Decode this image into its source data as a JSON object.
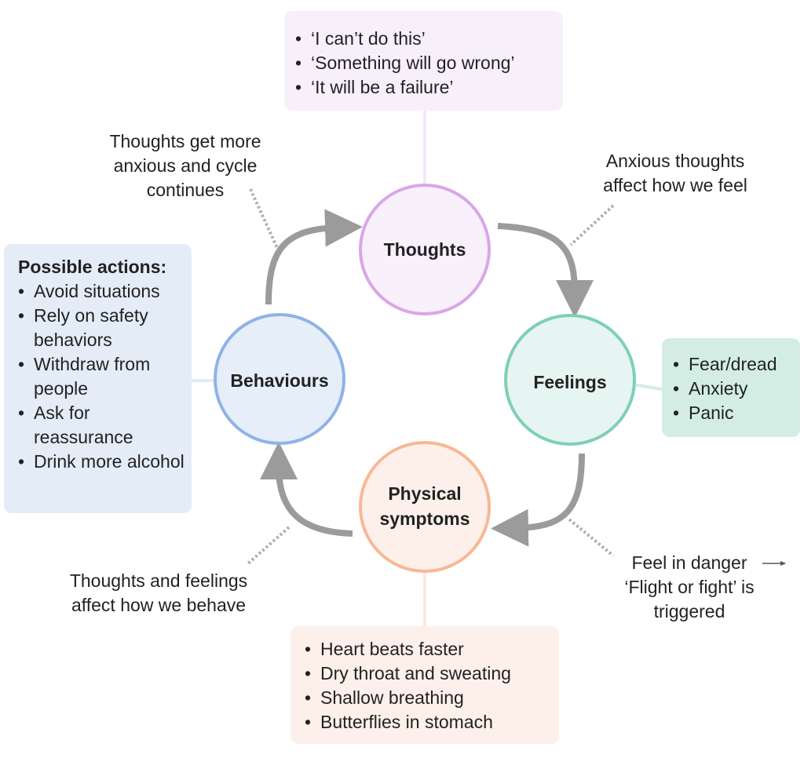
{
  "nodes": {
    "thoughts": {
      "label": "Thoughts",
      "color": "#d9a6e8",
      "fill": "#f8f0fb"
    },
    "feelings": {
      "label": "Feelings",
      "color": "#7ecfb8",
      "fill": "#e6f5f1"
    },
    "physical": {
      "label": "Physical symptoms",
      "color": "#f7b896",
      "fill": "#fdf0ea"
    },
    "behaviours": {
      "label": "Behaviours",
      "color": "#8fb3e6",
      "fill": "#e6eefa"
    }
  },
  "boxes": {
    "thoughts": {
      "items": [
        "‘I can’t do this’",
        "‘Something will go wrong’",
        "‘It will be a failure’"
      ],
      "color": "#f7f0fb"
    },
    "feelings": {
      "items": [
        "Fear/dread",
        "Anxiety",
        "Panic"
      ],
      "color": "#d3ede4"
    },
    "physical": {
      "items": [
        "Heart beats faster",
        "Dry throat and sweating",
        "Shallow breathing",
        "Butterflies in stomach"
      ],
      "color": "#fdf0ea"
    },
    "actions": {
      "heading": "Possible actions:",
      "items": [
        "Avoid situations",
        "Rely on safety behaviors",
        "Withdraw from people",
        "Ask for reassurance",
        "Drink more alcohol"
      ],
      "color": "#e4ecf8"
    }
  },
  "notes": {
    "cycle": "Thoughts get more anxious and cycle continues",
    "feel": "Anxious thoughts affect how we feel",
    "danger_1": "Feel in danger",
    "danger_2": "‘Flight or fight’ is triggered",
    "behave": "Thoughts and feelings affect how we behave"
  },
  "colors": {
    "arrow": "#9b9b9b",
    "dotted": "#b0b0b0"
  }
}
